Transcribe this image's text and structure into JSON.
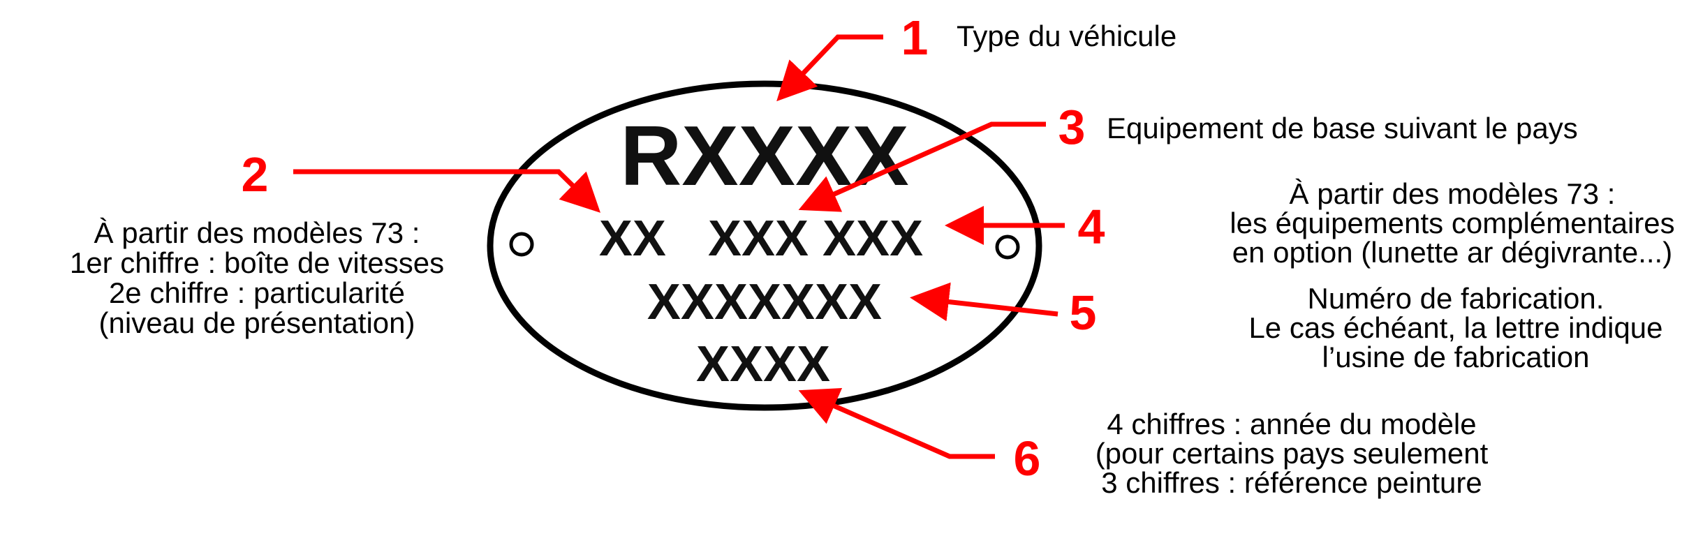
{
  "colors": {
    "accent": "#ff0000",
    "ink": "#000000",
    "background": "#ffffff"
  },
  "plate": {
    "line1": "RXXXX",
    "line2": "XX   XXX XXX",
    "line3": "XXXXXXX",
    "line4": "XXXX"
  },
  "callouts": [
    {
      "number": "1",
      "lines": [
        "Type du véhicule"
      ]
    },
    {
      "number": "2",
      "lines": [
        "À partir des modèles 73 :",
        "1er chiffre : boîte de vitesses",
        "2e chiffre : particularité",
        "(niveau de présentation)"
      ]
    },
    {
      "number": "3",
      "lines": [
        "Equipement de base suivant le pays"
      ]
    },
    {
      "number": "4",
      "lines": [
        "À partir des modèles 73 :",
        "les équipements complémentaires",
        "en option (lunette ar dégivrante...)"
      ]
    },
    {
      "number": "5",
      "lines": [
        "Numéro de fabrication.",
        "Le cas échéant, la lettre indique",
        "l’usine de fabrication"
      ]
    },
    {
      "number": "6",
      "lines": [
        "4 chiffres : année du modèle",
        "(pour certains pays seulement",
        "3 chiffres : référence peinture"
      ]
    }
  ]
}
